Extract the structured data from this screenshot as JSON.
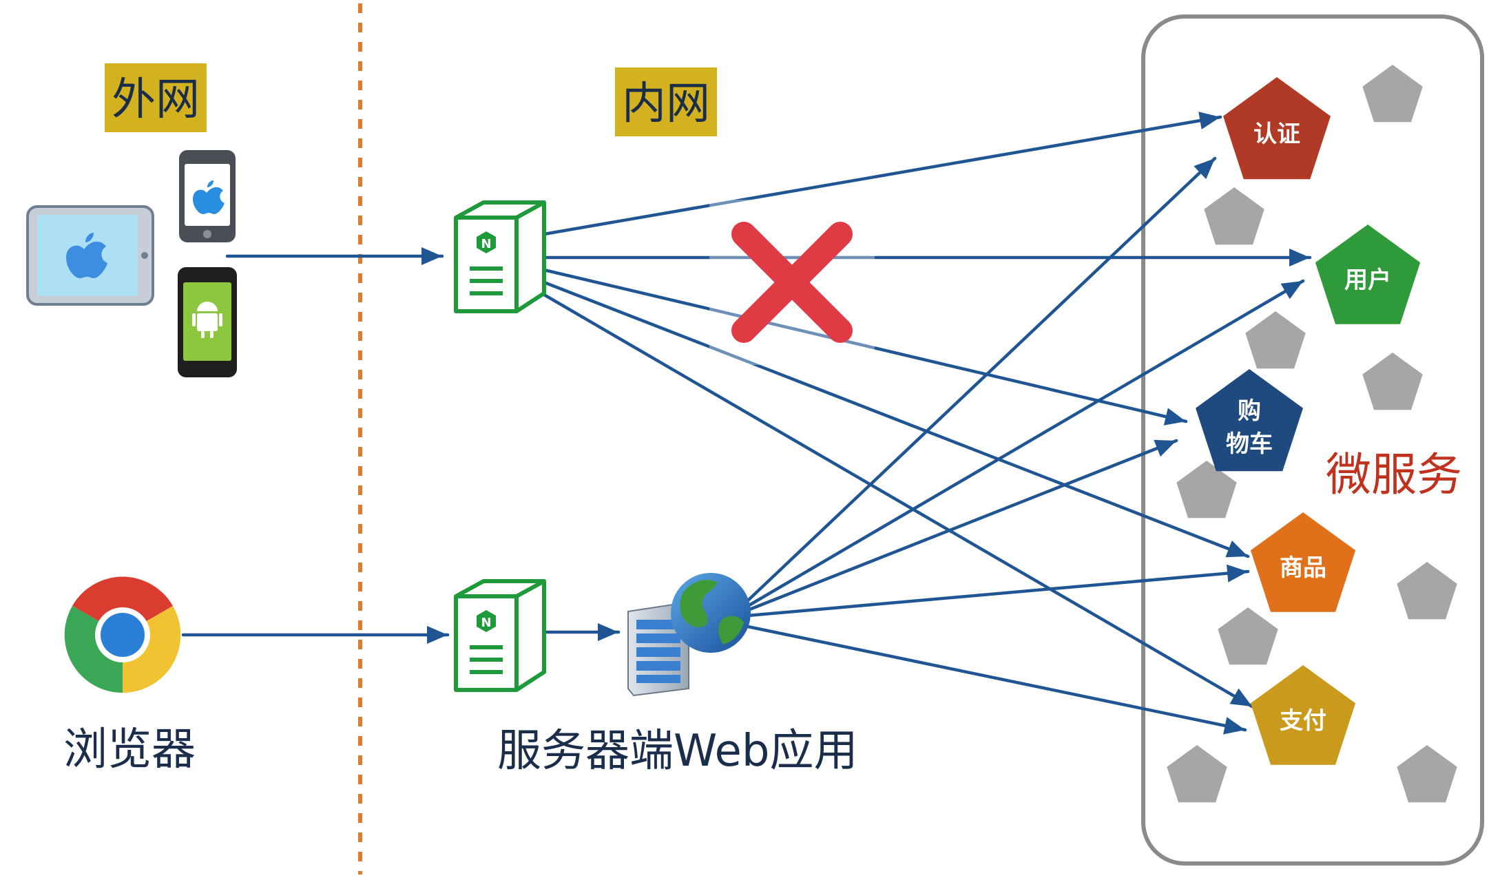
{
  "zones": {
    "external": {
      "label": "外网"
    },
    "internal": {
      "label": "内网"
    }
  },
  "clients": {
    "browser_label": "浏览器"
  },
  "server": {
    "label": "服务器端Web应用"
  },
  "microservices": {
    "title": "微服务",
    "services": [
      {
        "id": "auth",
        "label": "认证",
        "color": "#b03a25"
      },
      {
        "id": "user",
        "label": "用户",
        "color": "#2f9a3a"
      },
      {
        "id": "cart",
        "label": "购物车",
        "color": "#1e4a80"
      },
      {
        "id": "product",
        "label": "商品",
        "color": "#e07019"
      },
      {
        "id": "payment",
        "label": "支付",
        "color": "#c99a1c"
      }
    ]
  },
  "colors": {
    "arrow": "#1e5592",
    "divider": "#e07a2e",
    "zone_tag_bg": "#d4b21f",
    "nginx_green": "#1e9a3a",
    "blocked_x": "#e03b44",
    "placeholder_pentagon": "#a6a6a6",
    "container_border": "#8a8a8a"
  },
  "icons": {
    "tablet": "ipad-icon",
    "iphone": "iphone-icon",
    "android": "android-phone-icon",
    "browser": "chrome-icon",
    "gateway": "nginx-server-icon",
    "webserver": "web-server-globe-icon",
    "blocked": "blocked-x-icon"
  }
}
